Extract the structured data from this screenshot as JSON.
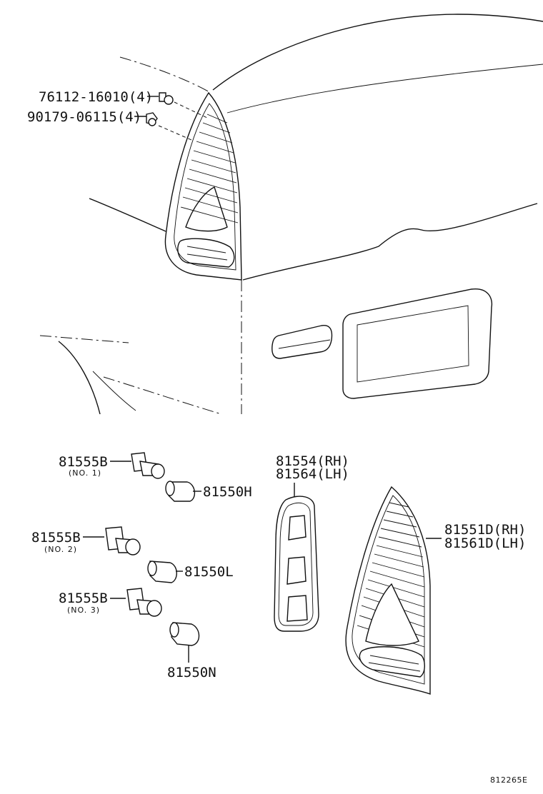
{
  "labels": {
    "screw": "76112-16010(4)",
    "nut": "90179-06115(4)",
    "socket1": "81555B",
    "socket1_no": "(NO. 1)",
    "bulb_h": "81550H",
    "socket2": "81555B",
    "socket2_no": "(NO. 2)",
    "bulb_l": "81550L",
    "socket3": "81555B",
    "socket3_no": "(NO. 3)",
    "bulb_n": "81550N",
    "gasket_rh": "81554(RH)",
    "gasket_lh": "81564(LH)",
    "lamp_rh": "81551D(RH)",
    "lamp_lh": "81561D(LH)",
    "diagram_code": "812265E"
  }
}
